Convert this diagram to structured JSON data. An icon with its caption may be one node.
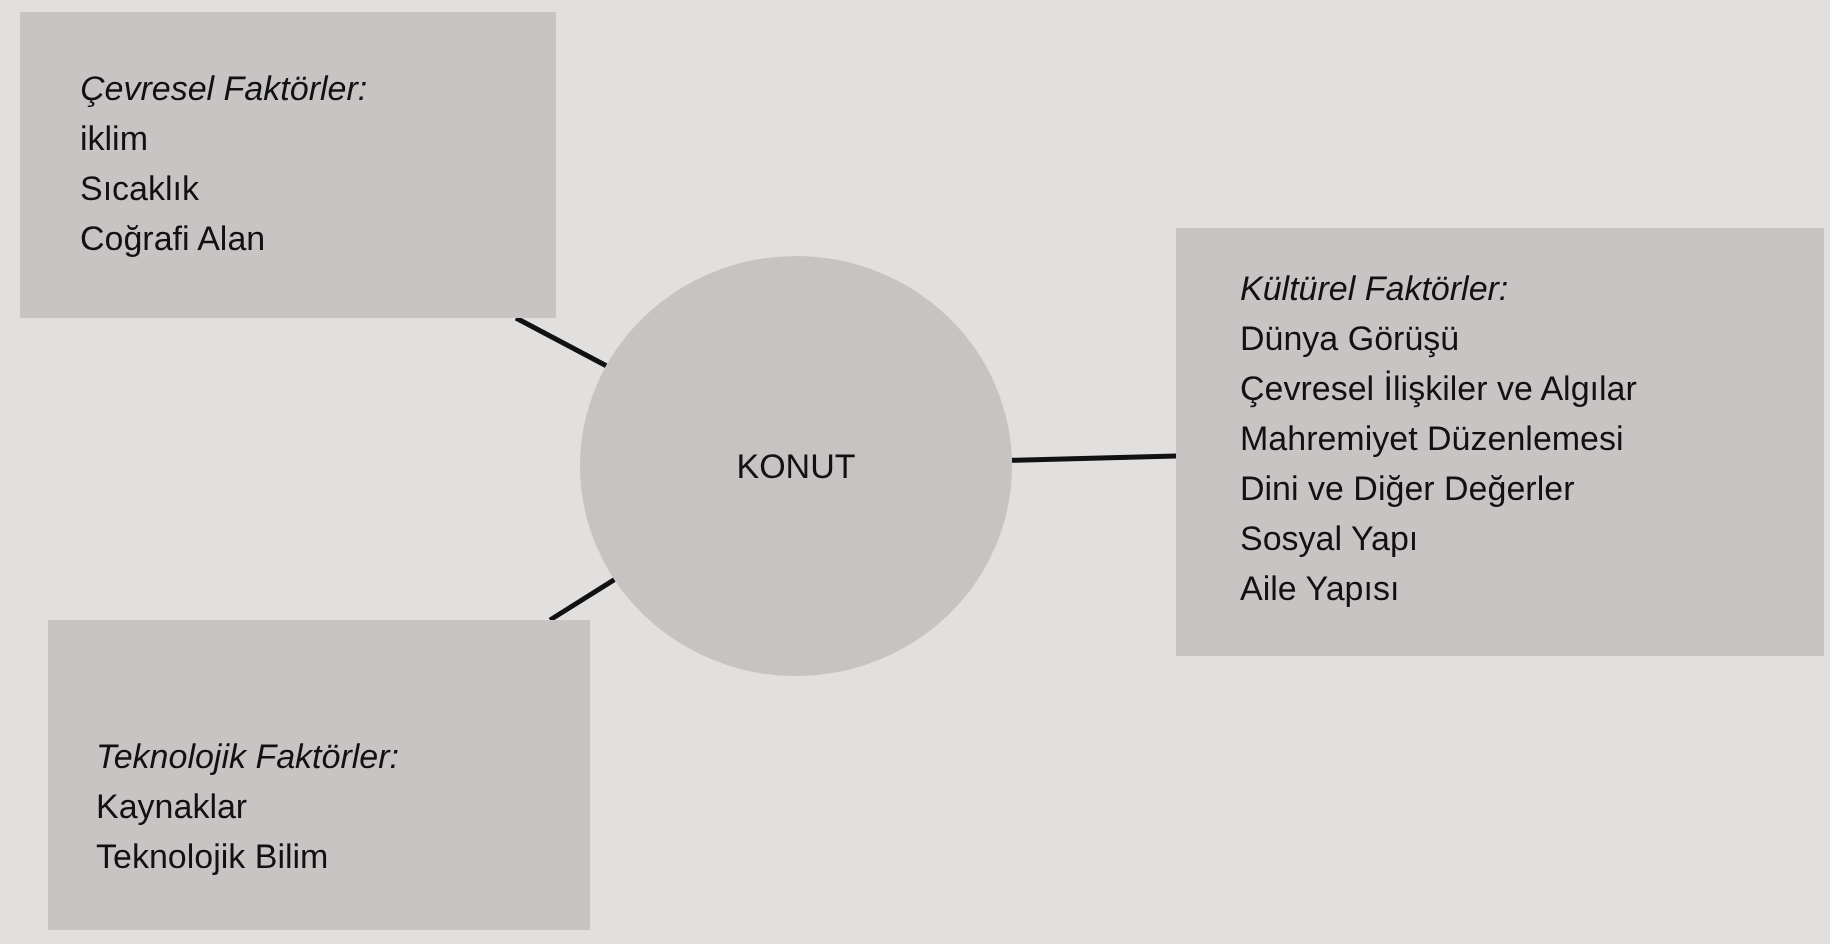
{
  "diagram": {
    "nodes": [
      {
        "text": [
          "Çevresel Faktörler:",
          "iklim",
          "Sıcaklık",
          "Coğrafi Alan"
        ]
      },
      {
        "text": [
          "KONUT"
        ]
      },
      {
        "text": [
          "Kültürel Faktörler:",
          "Dünya Görüşü",
          "Çevresel İlişkiler ve Algılar",
          "Mahremiyet Düzenlemesi",
          "Dini ve Diğer Değerler",
          "Sosyal Yapı",
          "Aile Yapısı"
        ]
      },
      {
        "text": [
          "Teknolojik Faktörler:",
          "Kaynaklar",
          "Teknolojik Bilim"
        ]
      }
    ],
    "edges": [
      {
        "from": 0,
        "to": 1,
        "arrow": "none"
      },
      {
        "from": 1,
        "to": 2,
        "arrow": "none"
      },
      {
        "from": 3,
        "to": 1,
        "arrow": "none"
      }
    ]
  }
}
